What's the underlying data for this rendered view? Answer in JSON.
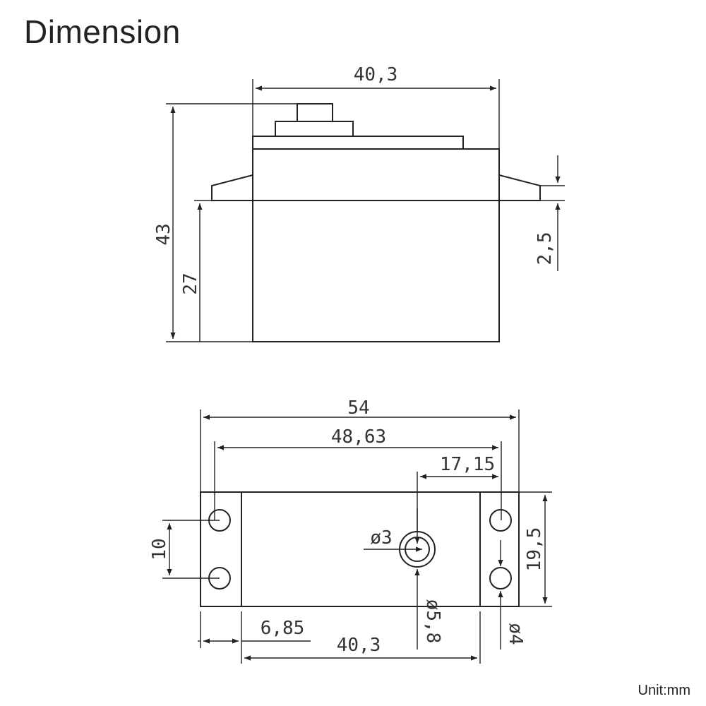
{
  "title": "Dimension",
  "unit_label": "Unit:mm",
  "side_view": {
    "width_label": "40,3",
    "height_label": "43",
    "body_height_label": "27",
    "flange_label": "2,5"
  },
  "top_view": {
    "overall_width_label": "54",
    "hole_spacing_label": "48,63",
    "shaft_offset_label": "17,15",
    "hole_pitch_label": "10",
    "body_depth_label": "19,5",
    "shaft_dia_label": "ø3",
    "spline_dia_label": "ø5,8",
    "hole_dia_label": "ø4",
    "flange_width_label": "6,85",
    "body_width_label": "40,3"
  }
}
